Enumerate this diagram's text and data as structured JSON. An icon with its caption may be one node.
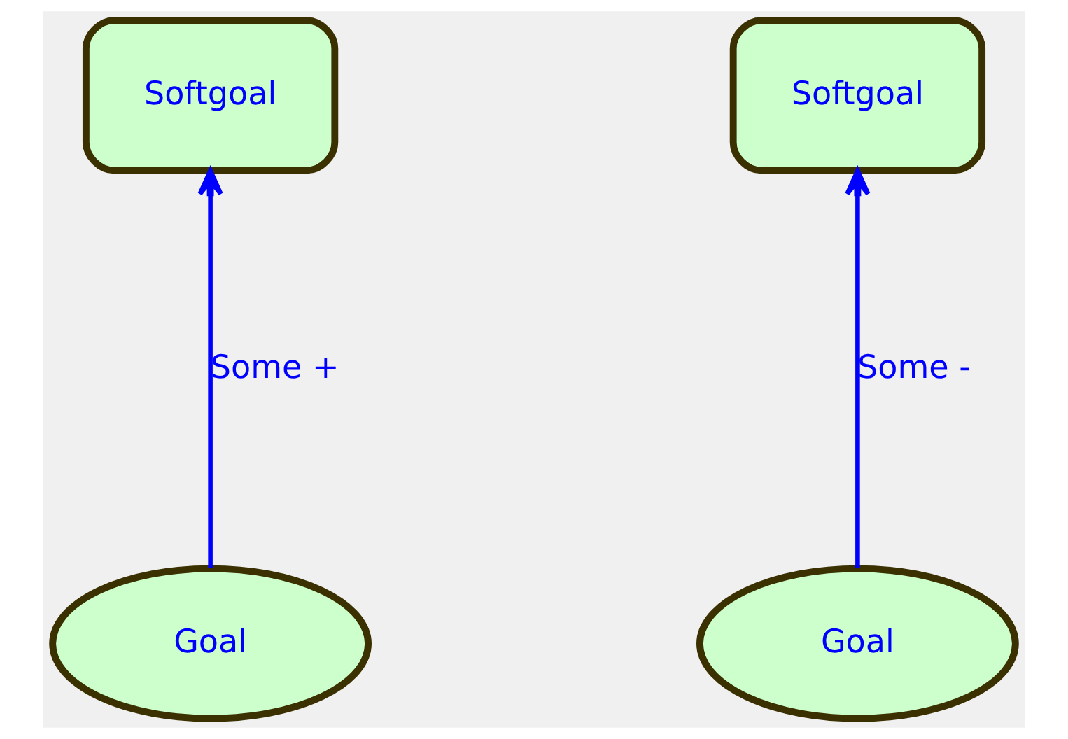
{
  "diagram": {
    "nodes": [
      {
        "text": [
          "Softgoal"
        ]
      },
      {
        "text": [
          "Softgoal"
        ]
      },
      {
        "text": [
          "Goal"
        ]
      },
      {
        "text": [
          "Goal"
        ]
      }
    ],
    "edges": [
      {
        "from": 2,
        "to": 0,
        "arrow": "to",
        "label": "Some +"
      },
      {
        "from": 3,
        "to": 1,
        "arrow": "to",
        "label": "Some -"
      }
    ]
  }
}
